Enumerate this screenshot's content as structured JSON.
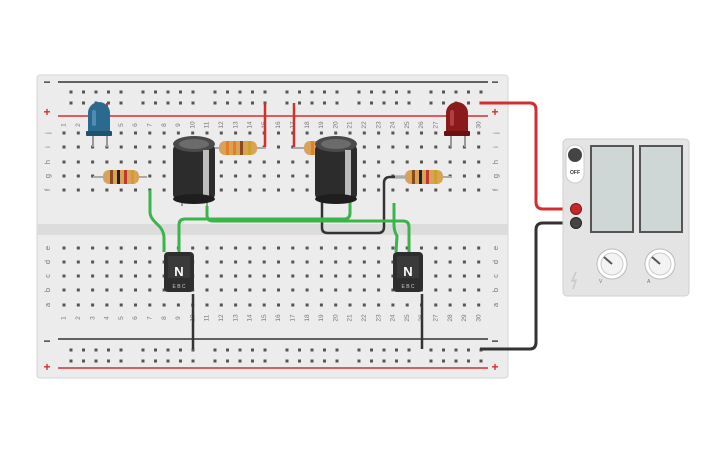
{
  "breadboard": {
    "column_numbers": [
      "1",
      "2",
      "3",
      "4",
      "5",
      "6",
      "7",
      "8",
      "9",
      "10",
      "11",
      "12",
      "13",
      "14",
      "15",
      "16",
      "17",
      "18",
      "19",
      "20",
      "21",
      "22",
      "23",
      "24",
      "25",
      "26",
      "27",
      "28",
      "29",
      "30"
    ],
    "upper_row_letters": [
      "j",
      "i",
      "h",
      "g",
      "f"
    ],
    "lower_row_letters": [
      "e",
      "d",
      "c",
      "b",
      "a"
    ],
    "rail_minus": "−",
    "rail_plus": "+"
  },
  "transistors": [
    {
      "id": "q1",
      "label": "N",
      "pins": "E B C"
    },
    {
      "id": "q2",
      "label": "N",
      "pins": "E B C"
    }
  ],
  "power_supply": {
    "power_button_label": "OFF",
    "knob_left_label": "V",
    "knob_right_label": "A"
  },
  "colors": {
    "red_wire": "#d32f2f",
    "black_wire": "#333333",
    "green_wire": "#3bb54a",
    "led_left": "#2b6a8f",
    "led_right": "#8b1a1a",
    "capacitor_body": "#2c2c2c",
    "resistor_body": "#d9a25a",
    "breadboard": "#ececec"
  }
}
